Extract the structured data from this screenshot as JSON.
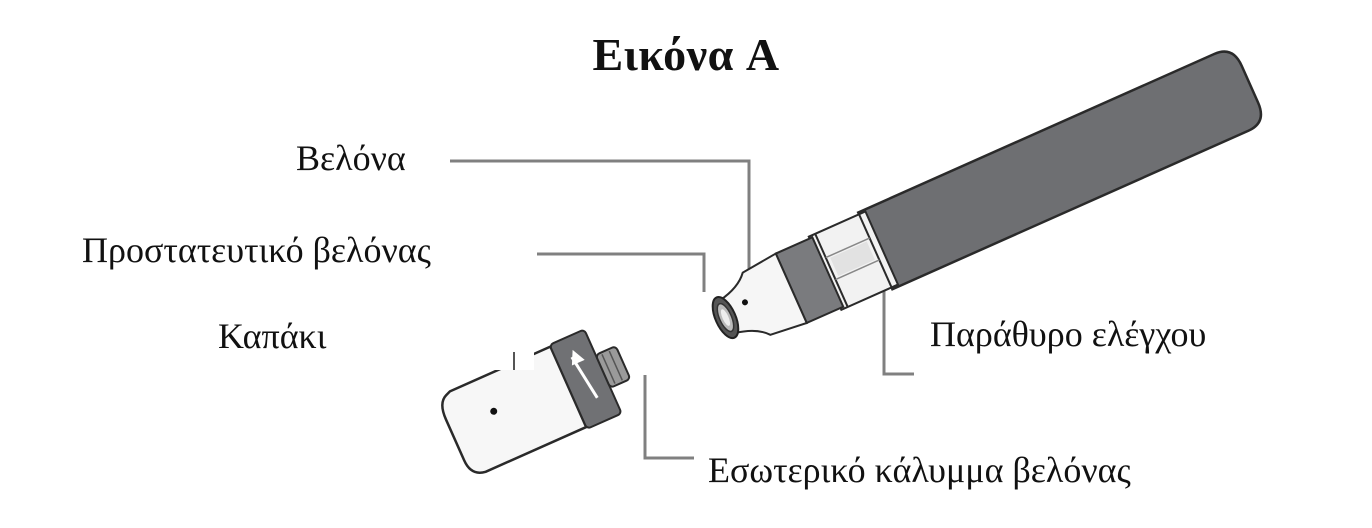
{
  "figure": {
    "title": "Εικόνα A",
    "labels": {
      "needle": "Βελόνα",
      "needle_guard": "Προστατευτικό βελόνας",
      "cap": "Καπάκι",
      "inspection_window": "Παράθυρο ελέγχου",
      "inner_needle_cover": "Εσωτερικό κάλυμμα βελόνας"
    },
    "colors": {
      "pen_body": "#6e6f72",
      "pen_band": "#7a7b7e",
      "outline": "#2a2a2a",
      "leader_line": "#808080",
      "white_parts": "#f4f4f4"
    }
  }
}
